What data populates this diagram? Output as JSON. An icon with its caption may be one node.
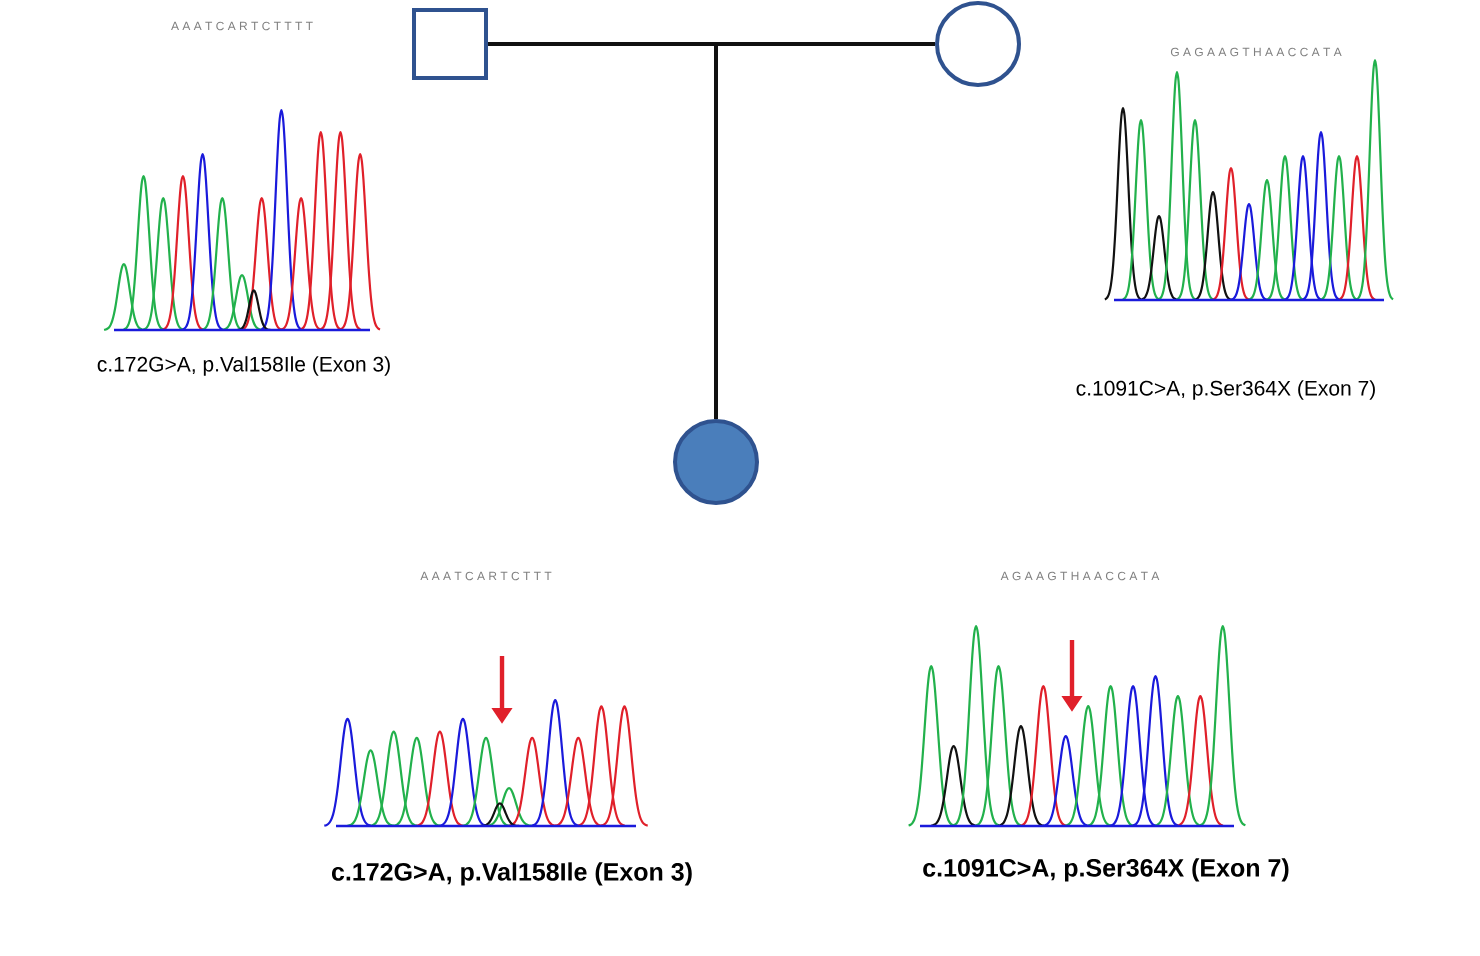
{
  "diagram": {
    "nodes": [
      {
        "text": [],
        "shape": "box"
      },
      {
        "text": [],
        "shape": "circle"
      },
      {
        "text": [],
        "shape": "circle"
      }
    ],
    "edges": [
      {
        "from": 0,
        "to": 1,
        "arrow": "none"
      },
      {
        "from": null,
        "to": 2,
        "arrow": "none"
      }
    ],
    "labels": [
      "A A A T C A R T C T T T T",
      "G A G A A G T H A A C C A T A",
      "c.172G>A, p.Val158Ile   (Exon 3)",
      "c.1091C>A, p.Ser364X  (Exon 7)",
      "A A A T C A R T C T T T",
      "A G A A G T H A A C C A T A",
      "c.172G>A, p.Val158Ile   (Exon 3)",
      "c.1091C>A, p.Ser364X  (Exon 7)"
    ]
  }
}
